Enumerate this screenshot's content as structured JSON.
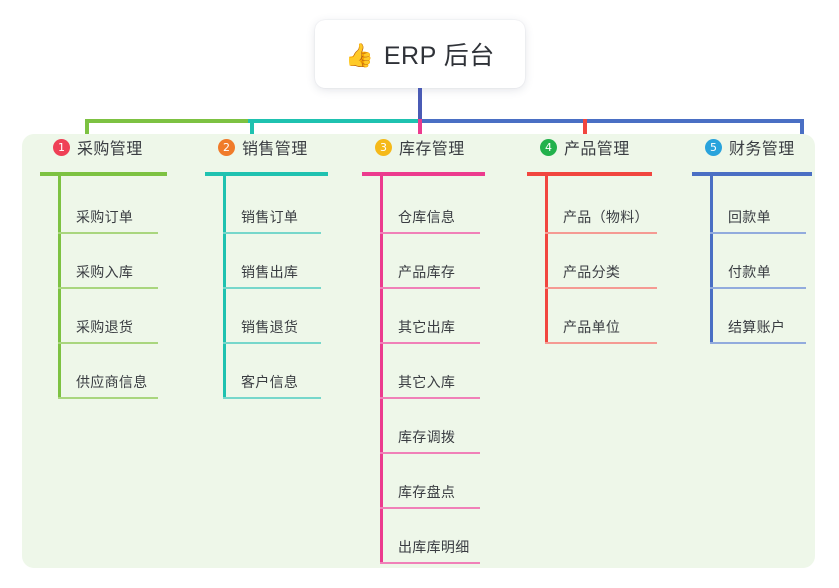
{
  "root": {
    "icon": "thumbs-up-icon",
    "icon_glyph": "👍",
    "title": "ERP 后台"
  },
  "palette": {
    "panel_bg": "#eef7e9",
    "card_bg": "#ffffff",
    "text": "#3a3d42",
    "stem": "#4a5bb5"
  },
  "columns": [
    {
      "number": "1",
      "title": "采购管理",
      "badge_color": "#ef4056",
      "line_color": "#7dc242",
      "item_line_color": "#a9d67e",
      "items": [
        {
          "label": "采购订单"
        },
        {
          "label": "采购入库"
        },
        {
          "label": "采购退货"
        },
        {
          "label": "供应商信息"
        }
      ]
    },
    {
      "number": "2",
      "title": "销售管理",
      "badge_color": "#f07b2a",
      "line_color": "#1fc2b0",
      "item_line_color": "#76d7cb",
      "items": [
        {
          "label": "销售订单"
        },
        {
          "label": "销售出库"
        },
        {
          "label": "销售退货"
        },
        {
          "label": "客户信息"
        }
      ]
    },
    {
      "number": "3",
      "title": "库存管理",
      "badge_color": "#f5b919",
      "line_color": "#ec3b8e",
      "item_line_color": "#f080b8",
      "items": [
        {
          "label": "仓库信息"
        },
        {
          "label": "产品库存"
        },
        {
          "label": "其它出库"
        },
        {
          "label": "其它入库"
        },
        {
          "label": "库存调拨"
        },
        {
          "label": "库存盘点"
        },
        {
          "label": "出库库明细"
        }
      ]
    },
    {
      "number": "4",
      "title": "产品管理",
      "badge_color": "#22b14c",
      "line_color": "#f1463f",
      "item_line_color": "#f59a93",
      "items": [
        {
          "label": "产品（物料）"
        },
        {
          "label": "产品分类"
        },
        {
          "label": "产品单位"
        }
      ]
    },
    {
      "number": "5",
      "title": "财务管理",
      "badge_color": "#29a3dc",
      "line_color": "#4a6fc4",
      "item_line_color": "#92abdd",
      "items": [
        {
          "label": "回款单"
        },
        {
          "label": "付款单"
        },
        {
          "label": "结算账户"
        }
      ]
    }
  ],
  "connectors": {
    "bus_segments": [
      {
        "name": "bus-segment-green",
        "color": "#7dc242"
      },
      {
        "name": "bus-segment-teal",
        "color": "#1fc2b0"
      },
      {
        "name": "bus-segment-blue",
        "color": "#4a6fc4"
      }
    ]
  }
}
